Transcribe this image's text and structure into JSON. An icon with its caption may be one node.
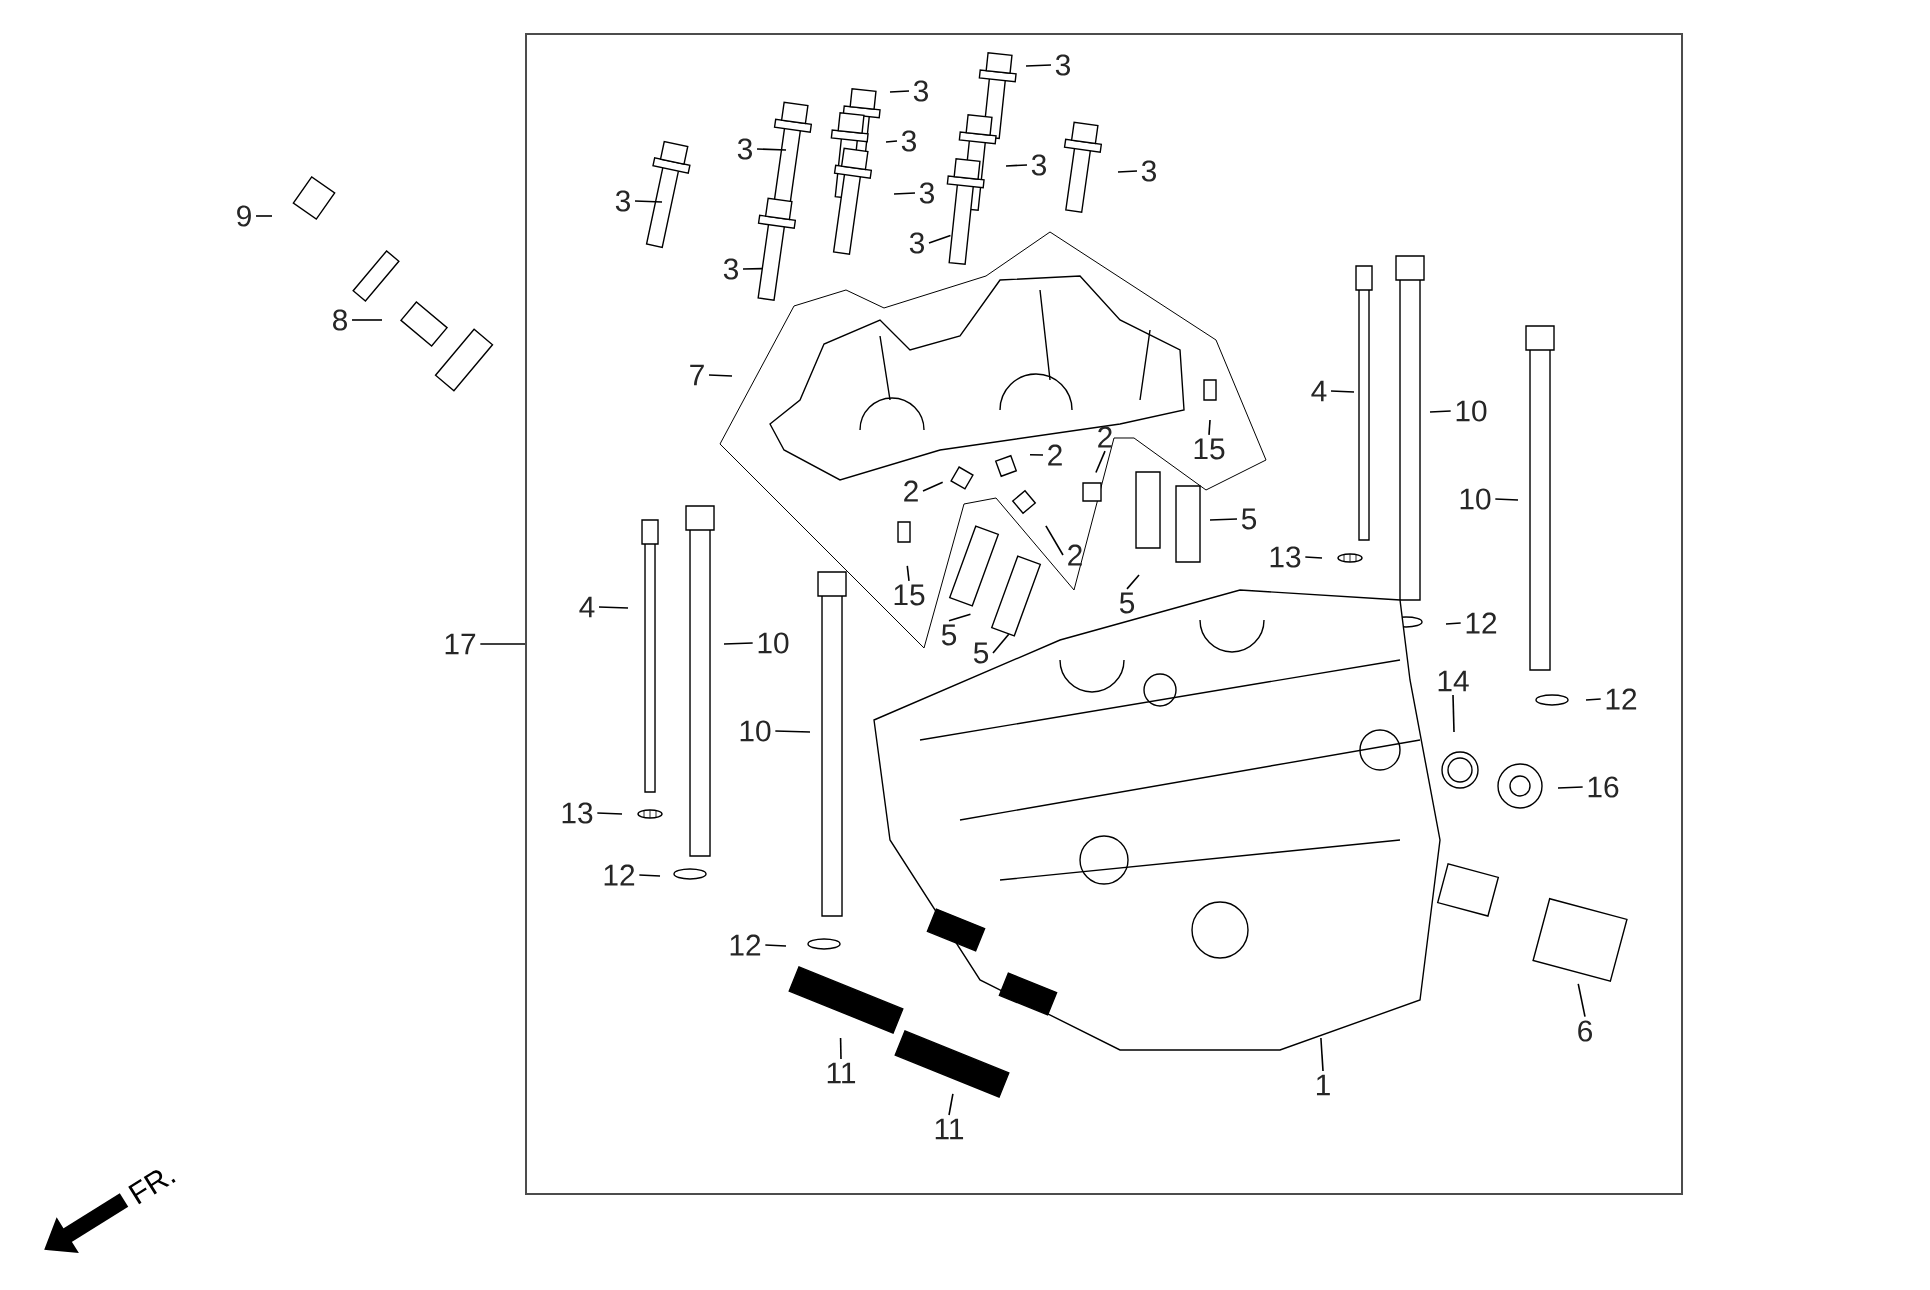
{
  "diagram": {
    "nodes": [
      {
        "text": [],
        "shape": "box"
      },
      {
        "text": [
          "3"
        ],
        "in": 0
      },
      {
        "text": [
          "3"
        ],
        "in": 0
      },
      {
        "text": [
          "3"
        ],
        "in": 0
      },
      {
        "text": [
          "3"
        ],
        "in": 0
      },
      {
        "text": [
          "3"
        ],
        "in": 0
      },
      {
        "text": [
          "3"
        ],
        "in": 0
      },
      {
        "text": [
          "3"
        ],
        "in": 0
      },
      {
        "text": [
          "3"
        ],
        "in": 0
      },
      {
        "text": [
          "9"
        ]
      },
      {
        "text": [
          "3"
        ],
        "in": 0
      },
      {
        "text": [
          "3"
        ],
        "in": 0
      },
      {
        "text": [
          "8"
        ]
      },
      {
        "text": [
          "7"
        ],
        "in": 0
      },
      {
        "text": [
          "4"
        ],
        "in": 0
      },
      {
        "text": [
          "10"
        ],
        "in": 0
      },
      {
        "text": [
          "2"
        ],
        "in": 0
      },
      {
        "text": [
          "15"
        ],
        "in": 0
      },
      {
        "text": [
          "2"
        ],
        "in": 0
      },
      {
        "text": [
          "2"
        ],
        "in": 0
      },
      {
        "text": [
          "10"
        ],
        "in": 0
      },
      {
        "text": [
          "5"
        ],
        "in": 0
      },
      {
        "text": [
          "2"
        ],
        "in": 0
      },
      {
        "text": [
          "13"
        ],
        "in": 0
      },
      {
        "text": [
          "15"
        ],
        "in": 0
      },
      {
        "text": [
          "4"
        ],
        "in": 0
      },
      {
        "text": [
          "5"
        ],
        "in": 0
      },
      {
        "text": [
          "12"
        ],
        "in": 0
      },
      {
        "text": [
          "5"
        ],
        "in": 0
      },
      {
        "text": [
          "17"
        ]
      },
      {
        "text": [
          "10"
        ],
        "in": 0
      },
      {
        "text": [
          "5"
        ],
        "in": 0
      },
      {
        "text": [
          "14"
        ],
        "in": 0
      },
      {
        "text": [
          "12"
        ],
        "in": 0
      },
      {
        "text": [
          "10"
        ],
        "in": 0
      },
      {
        "text": [
          "16"
        ],
        "in": 0
      },
      {
        "text": [
          "13"
        ],
        "in": 0
      },
      {
        "text": [
          "12"
        ],
        "in": 0
      },
      {
        "text": [
          "12"
        ],
        "in": 0
      },
      {
        "text": [
          "6"
        ],
        "in": 0
      },
      {
        "text": [
          "11"
        ],
        "in": 0
      },
      {
        "text": [
          "1"
        ],
        "in": 0
      },
      {
        "text": [
          "11"
        ],
        "in": 0
      }
    ],
    "edges": [
      {
        "from": 1,
        "to": null,
        "arrow": "none"
      },
      {
        "from": 2,
        "to": null,
        "arrow": "none"
      },
      {
        "from": 3,
        "to": null,
        "arrow": "none"
      },
      {
        "from": 4,
        "to": null,
        "arrow": "none"
      },
      {
        "from": 5,
        "to": null,
        "arrow": "none"
      },
      {
        "from": 6,
        "to": null,
        "arrow": "none"
      },
      {
        "from": 7,
        "to": null,
        "arrow": "none"
      },
      {
        "from": 8,
        "to": null,
        "arrow": "none"
      },
      {
        "from": 9,
        "to": null,
        "arrow": "none"
      },
      {
        "from": 10,
        "to": null,
        "arrow": "none"
      },
      {
        "from": 11,
        "to": null,
        "arrow": "none"
      },
      {
        "from": 12,
        "to": null,
        "arrow": "none"
      },
      {
        "from": 13,
        "to": null,
        "arrow": "none"
      },
      {
        "from": 14,
        "to": null,
        "arrow": "none"
      },
      {
        "from": 15,
        "to": null,
        "arrow": "none"
      },
      {
        "from": 16,
        "to": null,
        "arrow": "none"
      },
      {
        "from": 17,
        "to": null,
        "arrow": "none"
      },
      {
        "from": 18,
        "to": null,
        "arrow": "none"
      },
      {
        "from": 19,
        "to": null,
        "arrow": "none"
      },
      {
        "from": 20,
        "to": null,
        "arrow": "none"
      },
      {
        "from": 21,
        "to": null,
        "arrow": "none"
      },
      {
        "from": 22,
        "to": null,
        "arrow": "none"
      },
      {
        "from": 23,
        "to": null,
        "arrow": "none"
      },
      {
        "from": 24,
        "to": null,
        "arrow": "none"
      },
      {
        "from": 25,
        "to": null,
        "arrow": "none"
      },
      {
        "from": 26,
        "to": null,
        "arrow": "none"
      },
      {
        "from": 27,
        "to": null,
        "arrow": "none"
      },
      {
        "from": 28,
        "to": null,
        "arrow": "none"
      },
      {
        "from": 29,
        "to": 0,
        "arrow": "none"
      },
      {
        "from": 30,
        "to": null,
        "arrow": "none"
      },
      {
        "from": 31,
        "to": null,
        "arrow": "none"
      },
      {
        "from": 32,
        "to": null,
        "arrow": "none"
      },
      {
        "from": 33,
        "to": null,
        "arrow": "none"
      },
      {
        "from": 34,
        "to": null,
        "arrow": "none"
      },
      {
        "from": 35,
        "to": null,
        "arrow": "none"
      },
      {
        "from": 36,
        "to": null,
        "arrow": "none"
      },
      {
        "from": 37,
        "to": null,
        "arrow": "none"
      },
      {
        "from": 38,
        "to": null,
        "arrow": "none"
      },
      {
        "from": 39,
        "to": null,
        "arrow": "none"
      },
      {
        "from": 40,
        "to": null,
        "arrow": "none"
      },
      {
        "from": 41,
        "to": null,
        "arrow": "none"
      },
      {
        "from": 42,
        "to": null,
        "arrow": "none"
      }
    ],
    "labels": [
      "FR."
    ]
  }
}
